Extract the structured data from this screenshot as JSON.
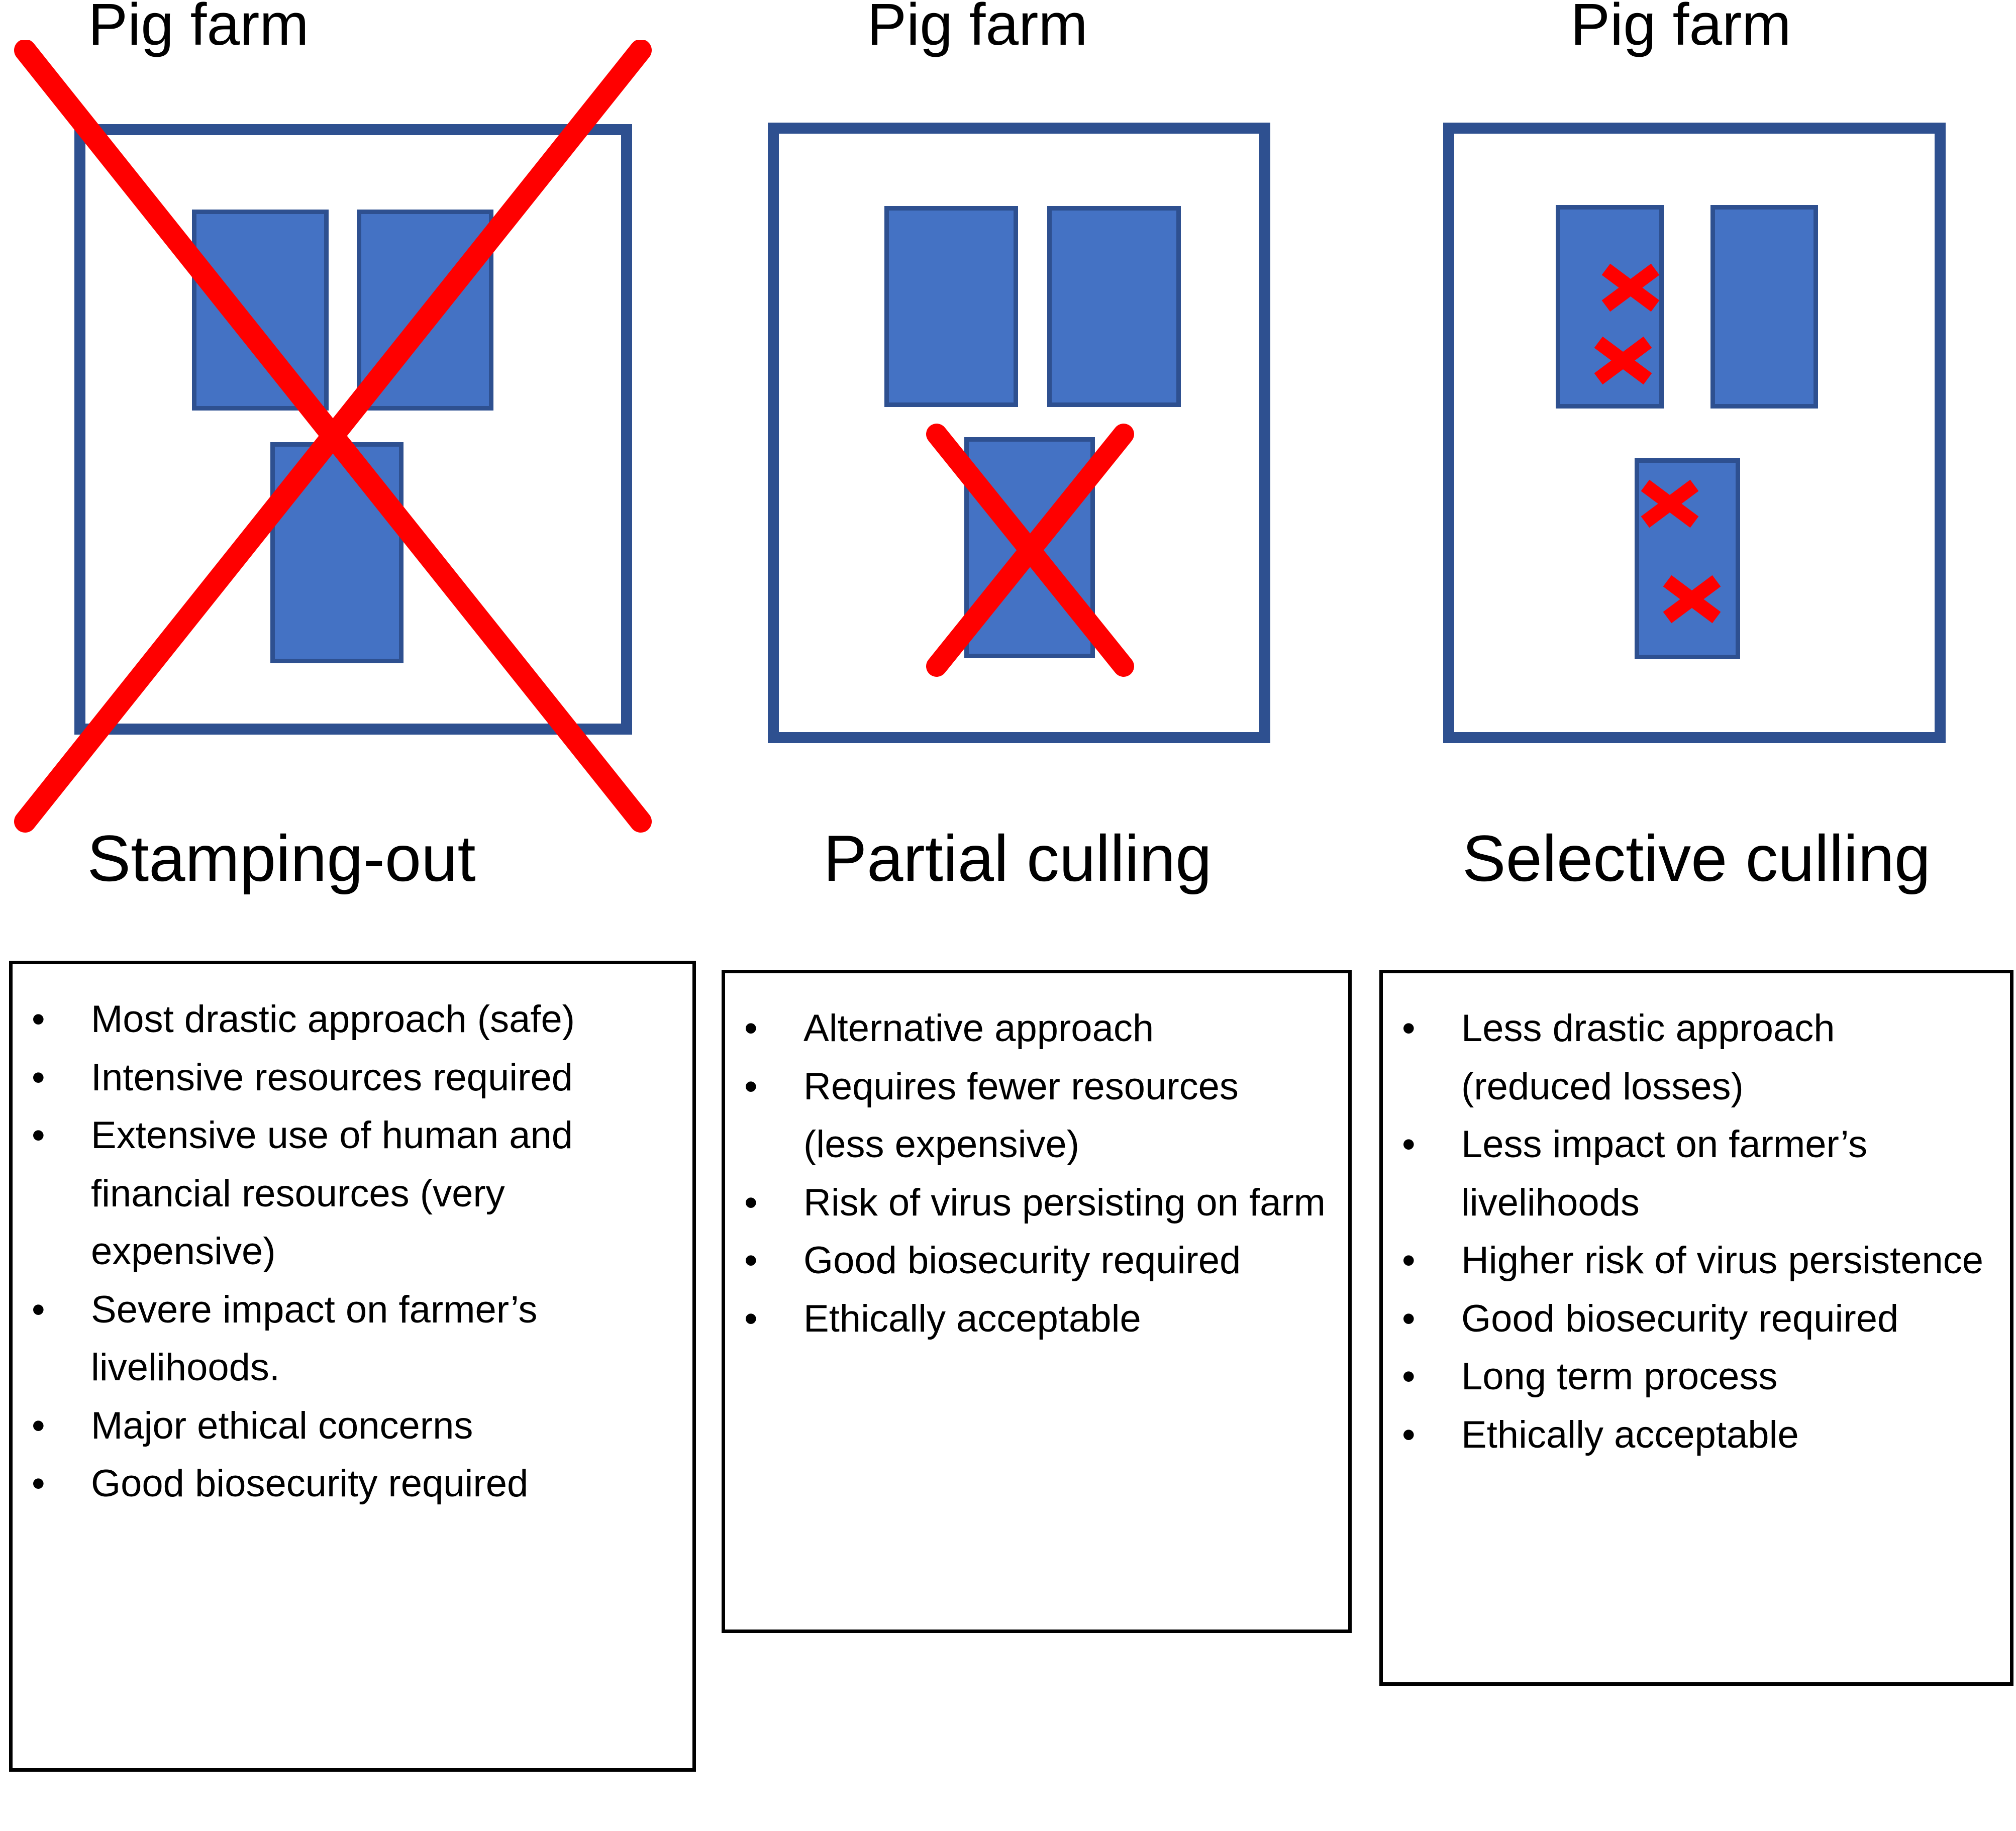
{
  "columns": [
    {
      "farm_label": "Pig farm",
      "approach_title": "Stamping-out",
      "bullets": [
        "Most drastic approach (safe)",
        "Intensive resources required",
        "Extensive use of human and financial resources (very expensive)",
        "Severe impact on farmer’s livelihoods.",
        "Major ethical concerns",
        "Good biosecurity required"
      ]
    },
    {
      "farm_label": "Pig farm",
      "approach_title": "Partial culling",
      "bullets": [
        "Alternative approach",
        "Requires fewer resources (less expensive)",
        "Risk of virus persisting on farm",
        "Good biosecurity required",
        "Ethically acceptable"
      ]
    },
    {
      "farm_label": "Pig farm",
      "approach_title": "Selective culling",
      "bullets": [
        "Less drastic approach (reduced losses)",
        "Less impact on farmer’s livelihoods",
        "Higher risk of virus persistence",
        "Good biosecurity required",
        "Long term process",
        "Ethically acceptable"
      ]
    }
  ],
  "bullet_glyph": "•",
  "colors": {
    "farm_outline": "#2E5090",
    "building_fill": "#4472C4",
    "building_border": "#2E5090",
    "cull_mark": "#FF0000",
    "bullet_box_border": "#000000",
    "text": "#000000",
    "background": "#FFFFFF"
  },
  "annotations": {
    "column1_mark": "large-red-x-over-whole-farm",
    "column2_mark": "red-x-over-one-building",
    "column3_marks": "small-red-x-marks-on-individual-pigs"
  }
}
